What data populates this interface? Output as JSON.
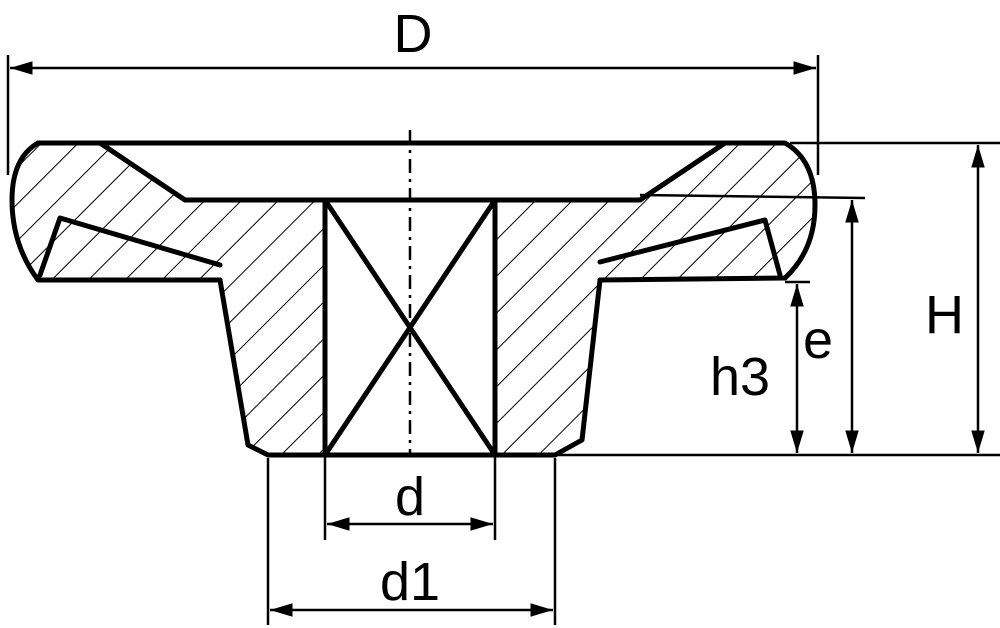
{
  "labels": {
    "D": "D",
    "H": "H",
    "e": "e",
    "h3": "h3",
    "d": "d",
    "d1": "d1"
  }
}
